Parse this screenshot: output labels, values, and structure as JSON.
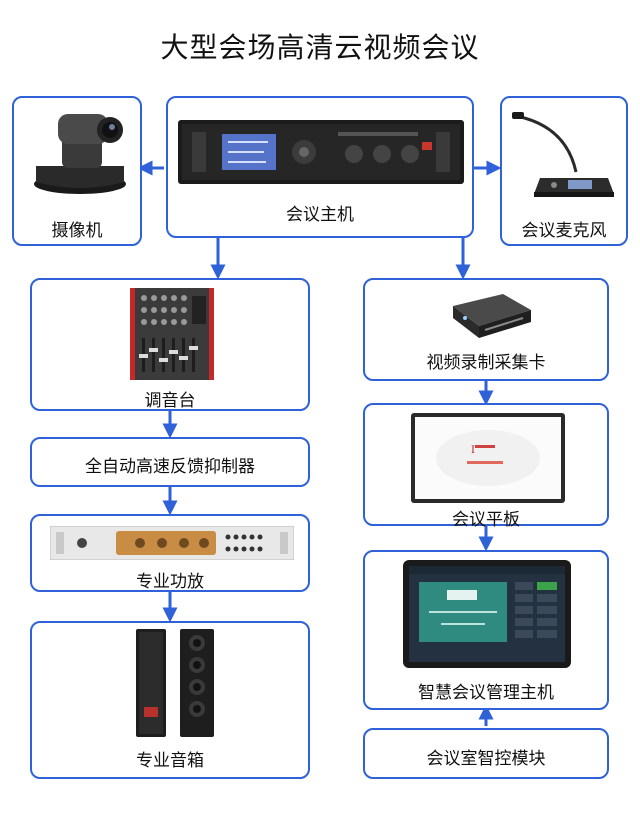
{
  "title": "大型会场高清云视频会议",
  "nodes": {
    "camera": "摄像机",
    "host": "会议主机",
    "microphone": "会议麦克风",
    "mixer": "调音台",
    "feedback": "全自动高速反馈抑制器",
    "amplifier": "专业功放",
    "speaker": "专业音箱",
    "capture_card": "视频录制采集卡",
    "tablet": "会议平板",
    "smart_host": "智慧会议管理主机",
    "control_module": "会议室智控模块"
  },
  "colors": {
    "accent": "#2f62d9"
  }
}
